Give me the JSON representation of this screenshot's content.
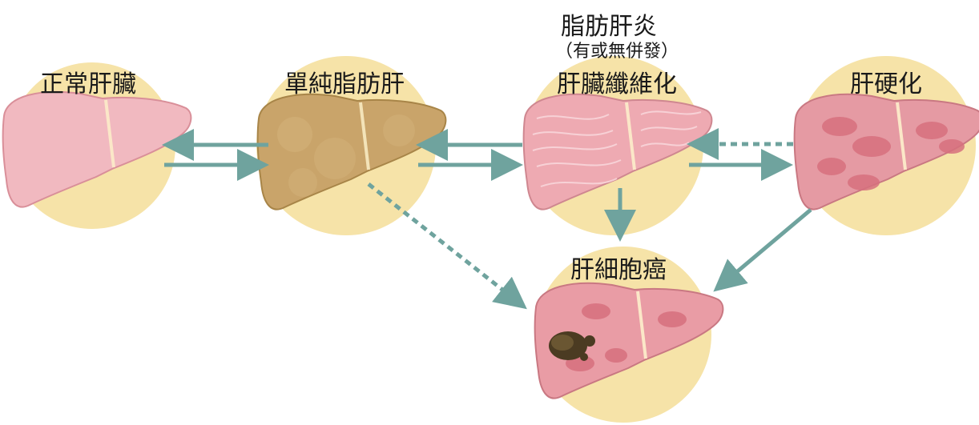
{
  "stages": {
    "normal": {
      "label": "正常肝臟"
    },
    "steatosis": {
      "label": "單純脂肪肝"
    },
    "nash": {
      "label_top": "脂肪肝炎",
      "label_sub": "（有或無併發）",
      "label_main": "肝臟纖維化"
    },
    "cirrhosis": {
      "label": "肝硬化"
    },
    "hcc": {
      "label": "肝細胞癌"
    }
  },
  "colors": {
    "circle_bg": "#f6e3a8",
    "arrow": "#6fa39e",
    "liver_normal": "#f1b9c0",
    "liver_steatosis": "#c9a46a",
    "liver_nash": "#eeaab2",
    "liver_cirrhosis": "#e59aa3",
    "liver_hcc": "#e99ca5",
    "tumor": "#4b3b22"
  }
}
